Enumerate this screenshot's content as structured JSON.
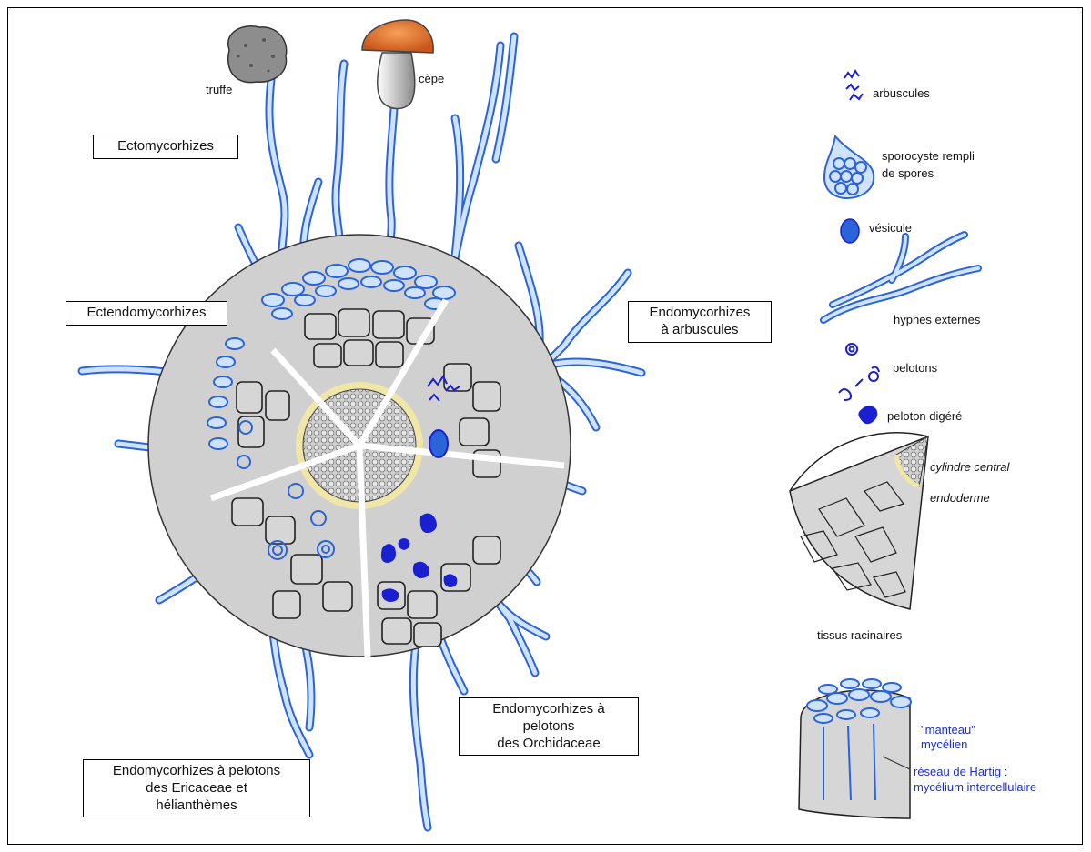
{
  "organisms": {
    "truffle": "truffe",
    "cep": "cèpe"
  },
  "mycorrhiza_types": {
    "ecto": "Ectomycorhizes",
    "ectendo": "Ectendomycorhizes",
    "endo_arbuscules_line1": "Endomycorhizes",
    "endo_arbuscules_line2": "à arbuscules",
    "orchid_line1": "Endomycorhizes à pelotons",
    "orchid_line2": "des Orchidaceae",
    "ericaceae_line1": "Endomycorhizes à pelotons",
    "ericaceae_line2": "des Ericaceae et",
    "ericaceae_line3": "hélianthèmes"
  },
  "legend": {
    "arbuscules": "arbuscules",
    "sporocyst_line1": "sporocyste rempli",
    "sporocyst_line2": "de spores",
    "vesicle": "vésicule",
    "external_hyphae": "hyphes externes",
    "pelotons": "pelotons",
    "digested_peloton": "peloton digéré",
    "central_cylinder": "cylindre central",
    "endodermis": "endoderme",
    "root_tissue": "tissus racinaires",
    "mantle_line1": "\"manteau\"",
    "mantle_line2": "mycélien",
    "hartig_line1": "réseau de Hartig :",
    "hartig_line2": "mycélium intercellulaire"
  },
  "colors": {
    "hyphae": "#2b63d9",
    "hyphae_fill": "#cfe3ff",
    "cell_fill": "#d4d4d4",
    "endodermis": "#efe6a8",
    "peloton": "#1a1fd0",
    "cap": "#e8702a"
  }
}
